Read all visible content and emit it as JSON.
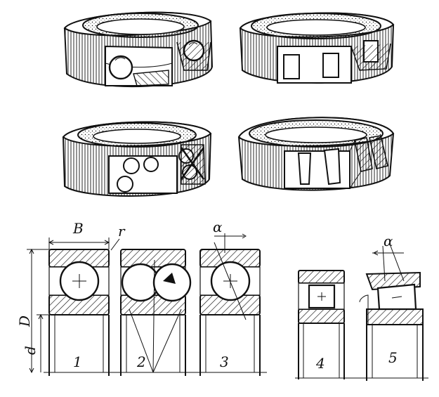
{
  "dimension_labels": {
    "width": "B",
    "radius": "r",
    "outer_diameter": "D",
    "inner_diameter": "d",
    "contact_angle": "α"
  },
  "section_numbers": [
    "1",
    "2",
    "3",
    "4",
    "5"
  ],
  "colors": {
    "ink": "#111111",
    "background": "#ffffff"
  }
}
